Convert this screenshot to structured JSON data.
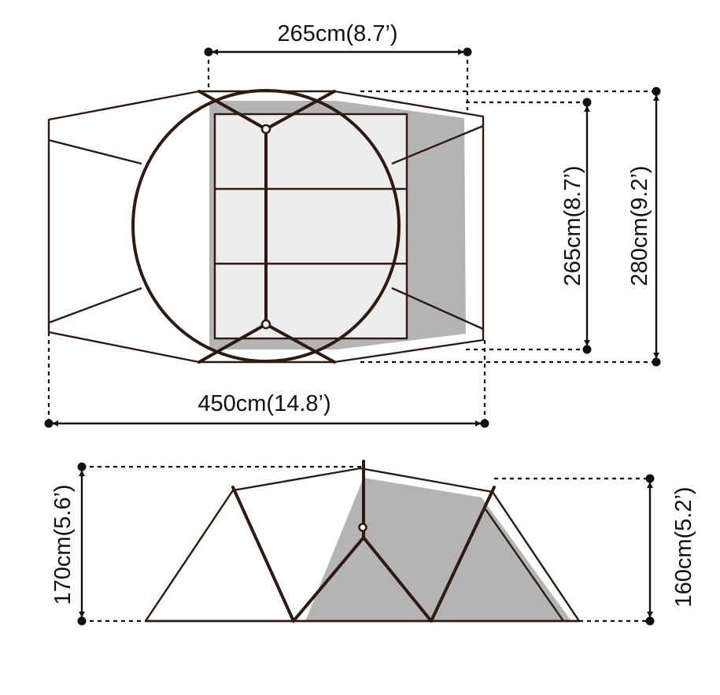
{
  "top_view": {
    "width_inner_label": "265cm(8.7’)",
    "length_label": "450cm(14.8’)",
    "depth_inner_label": "265cm(8.7’)",
    "depth_outer_label": "280cm(9.2’)"
  },
  "side_view": {
    "height_outer_label": "170cm(5.6’)",
    "height_inner_label": "160cm(5.2’)"
  },
  "colors": {
    "outline": "#2b1b12",
    "shade": "#b4b4b4",
    "inner_floor": "#ededed",
    "dimension": "#111111"
  }
}
